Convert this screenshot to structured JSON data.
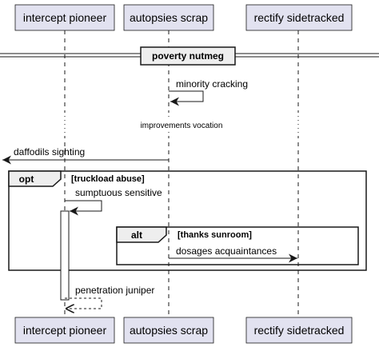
{
  "participants": [
    "intercept pioneer",
    "autopsies scrap",
    "rectify sidetracked"
  ],
  "divider": "poverty nutmeg",
  "messages": {
    "m1": "minority cracking",
    "delay": "improvements vocation",
    "m2": "daffodils sighting",
    "m3": "sumptuous sensitive",
    "m4": "dosages acquaintances",
    "m5": "penetration juniper"
  },
  "fragments": {
    "opt": {
      "keyword": "opt",
      "guard": "[truckload abuse]"
    },
    "alt": {
      "keyword": "alt",
      "guard": "[thanks sunroom]"
    }
  },
  "colors": {
    "participant_fill": "#E2E2F0",
    "participant_border": "#181818",
    "line": "#181818"
  }
}
